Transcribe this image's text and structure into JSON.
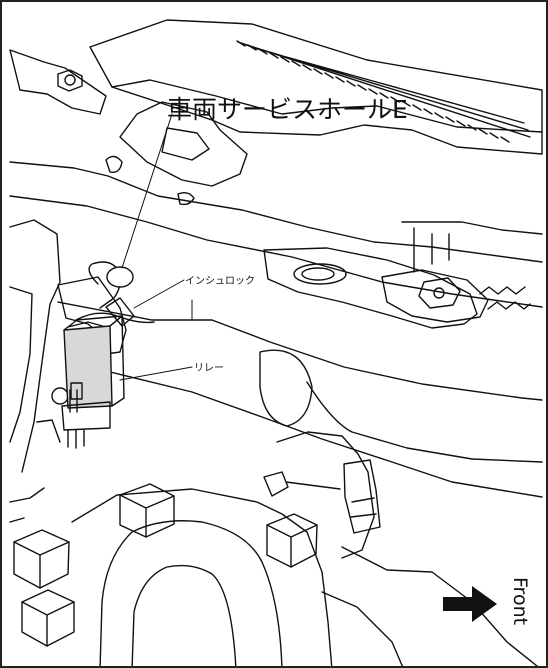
{
  "labels": {
    "service_hole": "車両サービスホールE",
    "insulock": "インシュロック",
    "relay": "リレー",
    "front": "Front"
  }
}
